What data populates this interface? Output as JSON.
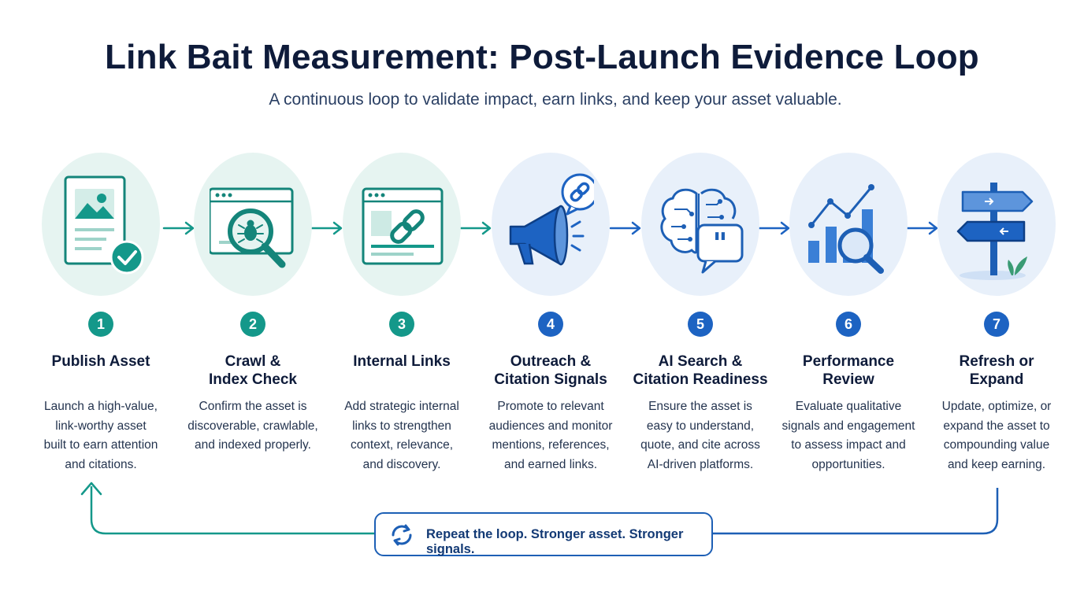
{
  "header": {
    "title": "Link Bait Measurement: Post-Launch Evidence Loop",
    "subtitle": "A continuous loop to validate impact, earn links, and keep your asset valuable."
  },
  "colors": {
    "teal": "#14988a",
    "blue": "#1d63c2",
    "navy": "#0e1b3a"
  },
  "steps": [
    {
      "number": "1",
      "label_line1": "Publish Asset",
      "label_line2": "",
      "desc": [
        "Launch a high-value,",
        "link-worthy asset",
        "built to earn attention",
        "and citations."
      ],
      "icon": "document-check-icon"
    },
    {
      "number": "2",
      "label_line1": "Crawl &",
      "label_line2": "Index Check",
      "desc": [
        "Confirm the asset is",
        "discoverable, crawlable,",
        "and indexed properly."
      ],
      "icon": "magnifier-bug-icon"
    },
    {
      "number": "3",
      "label_line1": "Internal Links",
      "label_line2": "",
      "desc": [
        "Add strategic internal",
        "links to strengthen",
        "context, relevance,",
        "and discovery."
      ],
      "icon": "browser-link-icon"
    },
    {
      "number": "4",
      "label_line1": "Outreach &",
      "label_line2": "Citation Signals",
      "desc": [
        "Promote to relevant",
        "audiences and monitor",
        "mentions, references,",
        "and earned links."
      ],
      "icon": "megaphone-icon"
    },
    {
      "number": "5",
      "label_line1": "AI Search &",
      "label_line2": "Citation Readiness",
      "desc": [
        "Ensure the asset is",
        "easy to understand,",
        "quote, and cite across",
        "AI-driven platforms."
      ],
      "icon": "brain-quote-icon"
    },
    {
      "number": "6",
      "label_line1": "Performance",
      "label_line2": "Review",
      "desc": [
        "Evaluate qualitative",
        "signals and engagement",
        "to assess impact and",
        "opportunities."
      ],
      "icon": "chart-magnifier-icon"
    },
    {
      "number": "7",
      "label_line1": "Refresh or",
      "label_line2": "Expand",
      "desc": [
        "Update, optimize, or",
        "expand the asset to",
        "compounding value",
        "and keep earning."
      ],
      "icon": "signpost-icon"
    }
  ],
  "loop": {
    "text": "Repeat the loop. Stronger asset. Stronger signals.",
    "icon": "refresh-icon"
  }
}
